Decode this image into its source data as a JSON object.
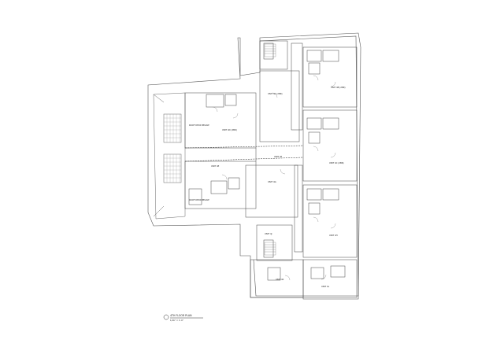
{
  "drawing": {
    "title": "4TH FLOOR PLAN",
    "scale": "1/16\" = 1'-0\""
  },
  "rooms": [
    {
      "id": "unit-north-1",
      "label": "UNIT 4A\n(2BR)"
    },
    {
      "id": "unit-north-2",
      "label": "UNIT 4B\n(2BR)"
    },
    {
      "id": "unit-east-1",
      "label": "UNIT 4C\n(2BR)"
    },
    {
      "id": "unit-west-1",
      "label": "UNIT 4D\n(2BR)"
    },
    {
      "id": "unit-west-2",
      "label": "UNIT 4E"
    },
    {
      "id": "unit-center-1",
      "label": "UNIT 4F"
    },
    {
      "id": "unit-center-2",
      "label": "UNIT 4G"
    },
    {
      "id": "unit-east-2",
      "label": "UNIT 4H"
    },
    {
      "id": "unit-east-3",
      "label": "UNIT 4J"
    },
    {
      "id": "unit-south-1",
      "label": "UNIT 4K"
    },
    {
      "id": "unit-south-2",
      "label": "UNIT 4L"
    }
  ],
  "notes": [
    {
      "id": "west-deck-note",
      "label": "ROOF DECK\nBELOW"
    },
    {
      "id": "west-deck-note-2",
      "label": "ROOF DECK\nBELOW"
    }
  ]
}
